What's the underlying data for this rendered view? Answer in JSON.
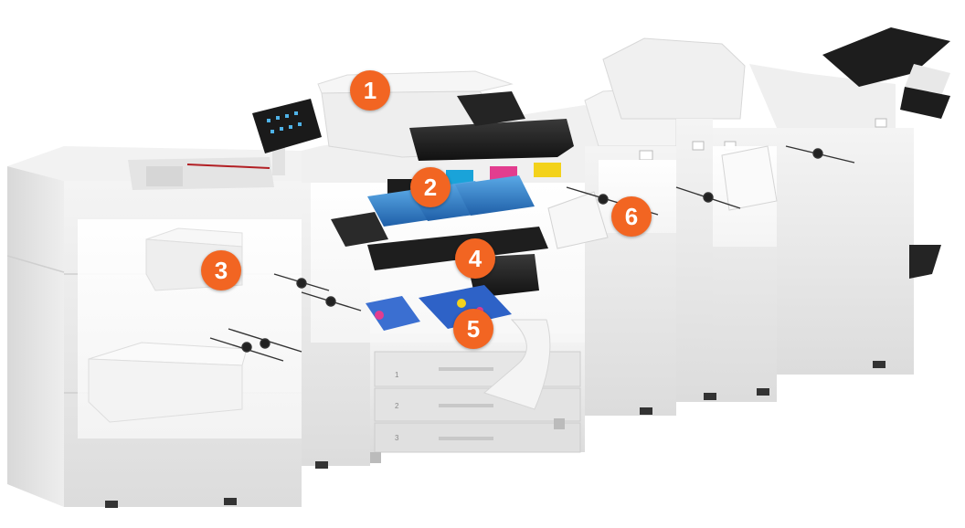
{
  "callouts": [
    {
      "id": "1",
      "label": "1"
    },
    {
      "id": "2",
      "label": "2"
    },
    {
      "id": "3",
      "label": "3"
    },
    {
      "id": "4",
      "label": "4"
    },
    {
      "id": "5",
      "label": "5"
    },
    {
      "id": "6",
      "label": "6"
    }
  ],
  "tray_numbers": [
    "1",
    "2",
    "3"
  ],
  "colors": {
    "callout": "#f26522",
    "cyan_toner": "#1aa3d9",
    "magenta_toner": "#e23d8f",
    "yellow_toner": "#f3d21b",
    "black_toner": "#1c1c1c",
    "body": "#ebebeb"
  }
}
